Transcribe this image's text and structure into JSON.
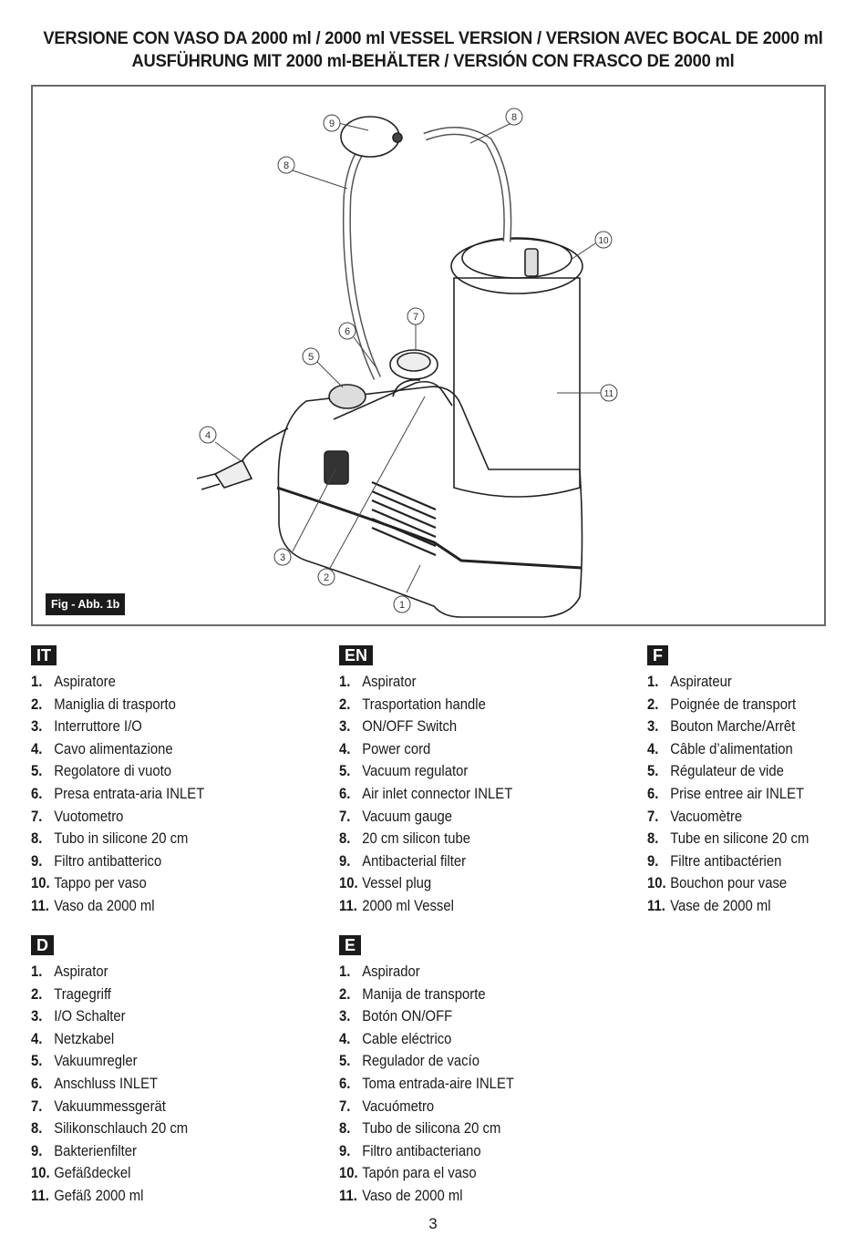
{
  "header": {
    "line1": "VERSIONE CON VASO DA 2000 ml / 2000 ml VESSEL VERSION / VERSION AVEC BOCAL DE 2000 ml",
    "line2": "AUSFÜHRUNG MIT 2000 ml-BEHÄLTER / VERSIÓN CON FRASCO DE 2000 ml"
  },
  "figure": {
    "label": "Fig - Abb. 1b",
    "callouts": [
      "1",
      "2",
      "3",
      "4",
      "5",
      "6",
      "7",
      "8",
      "8",
      "9",
      "10",
      "11"
    ]
  },
  "sections": [
    {
      "code": "IT",
      "items": [
        {
          "n": "1.",
          "t": "Aspiratore"
        },
        {
          "n": "2.",
          "t": "Maniglia di trasporto"
        },
        {
          "n": "3.",
          "t": "Interruttore I/O"
        },
        {
          "n": "4.",
          "t": "Cavo alimentazione"
        },
        {
          "n": "5.",
          "t": "Regolatore di vuoto"
        },
        {
          "n": "6.",
          "t": "Presa entrata-aria INLET"
        },
        {
          "n": "7.",
          "t": "Vuotometro"
        },
        {
          "n": "8.",
          "t": "Tubo in silicone 20 cm"
        },
        {
          "n": "9.",
          "t": "Filtro antibatterico"
        },
        {
          "n": "10.",
          "t": "Tappo per vaso"
        },
        {
          "n": "11.",
          "t": "Vaso da 2000 ml"
        }
      ]
    },
    {
      "code": "EN",
      "items": [
        {
          "n": "1.",
          "t": "Aspirator"
        },
        {
          "n": "2.",
          "t": "Trasportation handle"
        },
        {
          "n": "3.",
          "t": "ON/OFF Switch"
        },
        {
          "n": "4.",
          "t": "Power cord"
        },
        {
          "n": "5.",
          "t": "Vacuum regulator"
        },
        {
          "n": "6.",
          "t": "Air inlet connector INLET"
        },
        {
          "n": "7.",
          "t": "Vacuum gauge"
        },
        {
          "n": "8.",
          "t": "20 cm silicon tube"
        },
        {
          "n": "9.",
          "t": "Antibacterial filter"
        },
        {
          "n": "10.",
          "t": "Vessel plug"
        },
        {
          "n": "11.",
          "t": "2000 ml Vessel"
        }
      ]
    },
    {
      "code": "F",
      "items": [
        {
          "n": "1.",
          "t": "Aspirateur"
        },
        {
          "n": "2.",
          "t": "Poignée de transport"
        },
        {
          "n": "3.",
          "t": "Bouton Marche/Arrêt"
        },
        {
          "n": "4.",
          "t": "Câble d’alimentation"
        },
        {
          "n": "5.",
          "t": "Régulateur de vide"
        },
        {
          "n": "6.",
          "t": "Prise entree air INLET"
        },
        {
          "n": "7.",
          "t": "Vacuomètre"
        },
        {
          "n": "8.",
          "t": "Tube en silicone 20 cm"
        },
        {
          "n": "9.",
          "t": "Filtre antibactérien"
        },
        {
          "n": "10.",
          "t": "Bouchon pour vase"
        },
        {
          "n": "11.",
          "t": "Vase de 2000 ml"
        }
      ]
    },
    {
      "code": "D",
      "items": [
        {
          "n": "1.",
          "t": "Aspirator"
        },
        {
          "n": "2.",
          "t": "Tragegriff"
        },
        {
          "n": "3.",
          "t": "I/O Schalter"
        },
        {
          "n": "4.",
          "t": "Netzkabel"
        },
        {
          "n": "5.",
          "t": "Vakuumregler"
        },
        {
          "n": "6.",
          "t": "Anschluss INLET"
        },
        {
          "n": "7.",
          "t": "Vakuummessgerät"
        },
        {
          "n": "8.",
          "t": "Silikonschlauch 20 cm"
        },
        {
          "n": "9.",
          "t": "Bakterienfilter"
        },
        {
          "n": "10.",
          "t": "Gefäßdeckel"
        },
        {
          "n": "11.",
          "t": "Gefäß 2000 ml"
        }
      ]
    },
    {
      "code": "E",
      "items": [
        {
          "n": "1.",
          "t": "Aspirador"
        },
        {
          "n": "2.",
          "t": "Manija de transporte"
        },
        {
          "n": "3.",
          "t": "Botón ON/OFF"
        },
        {
          "n": "4.",
          "t": "Cable eléctrico"
        },
        {
          "n": "5.",
          "t": "Regulador de vacío"
        },
        {
          "n": "6.",
          "t": "Toma entrada-aire INLET"
        },
        {
          "n": "7.",
          "t": "Vacuómetro"
        },
        {
          "n": "8.",
          "t": "Tubo de silicona 20 cm"
        },
        {
          "n": "9.",
          "t": "Filtro antibacteriano"
        },
        {
          "n": "10.",
          "t": "Tapón para el vaso"
        },
        {
          "n": "11.",
          "t": "Vaso de 2000 ml"
        }
      ]
    }
  ],
  "page_number": "3"
}
